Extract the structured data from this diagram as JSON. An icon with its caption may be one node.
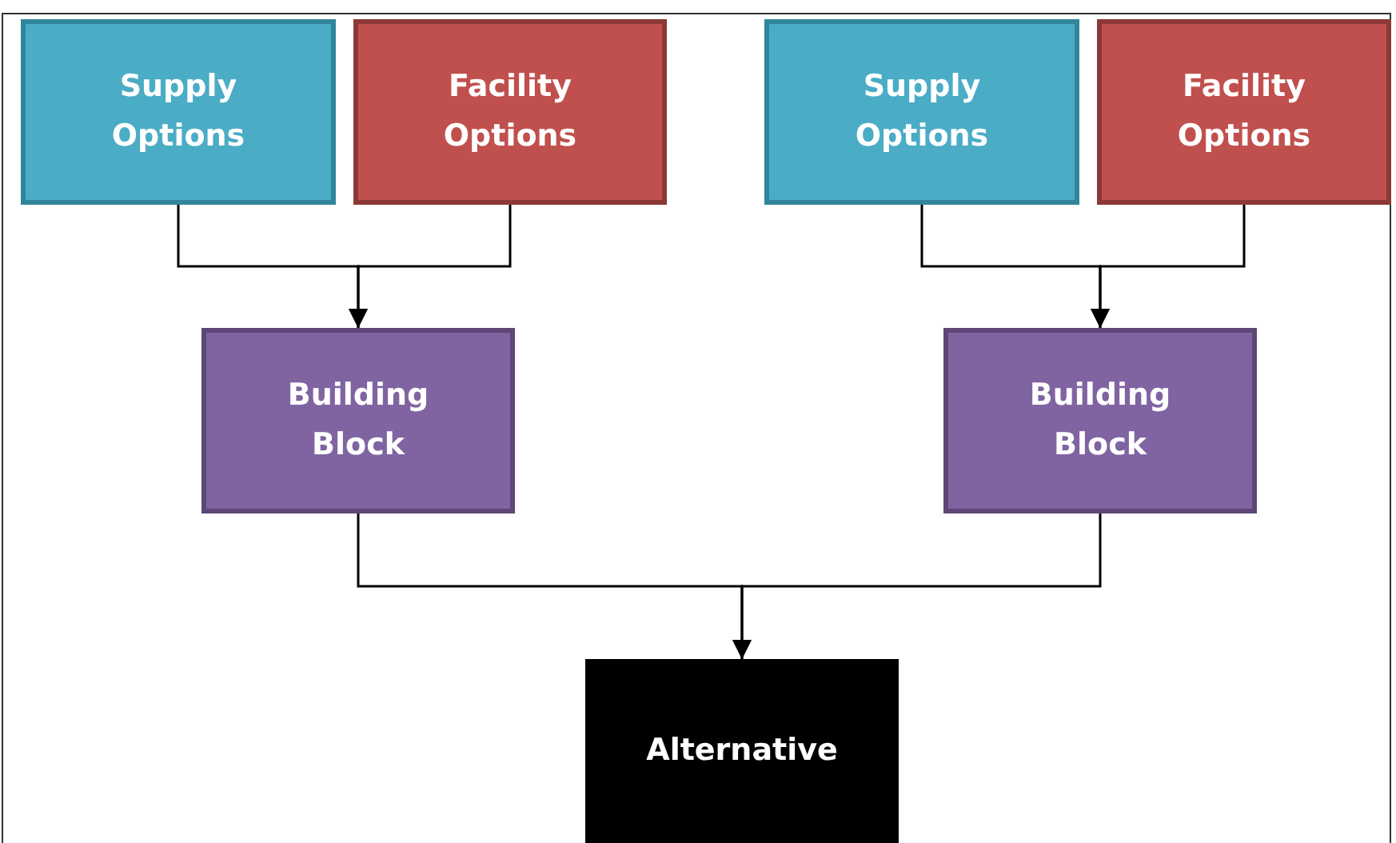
{
  "diagram": {
    "nodes": [
      {
        "text": [
          "Supply Options"
        ]
      },
      {
        "text": [
          "Facility Options"
        ]
      },
      {
        "text": [
          "Supply Options"
        ]
      },
      {
        "text": [
          "Facility Options"
        ]
      },
      {
        "text": [
          "Building Block"
        ]
      },
      {
        "text": [
          "Building Block"
        ]
      },
      {
        "text": [
          "Alternative"
        ]
      }
    ],
    "edges": [
      {
        "from": 0,
        "to": 4,
        "arrow": "to"
      },
      {
        "from": 1,
        "to": 4,
        "arrow": "to"
      },
      {
        "from": 2,
        "to": 5,
        "arrow": "to"
      },
      {
        "from": 3,
        "to": 5,
        "arrow": "to"
      },
      {
        "from": 4,
        "to": 6,
        "arrow": "to"
      },
      {
        "from": 5,
        "to": 6,
        "arrow": "to"
      }
    ]
  }
}
